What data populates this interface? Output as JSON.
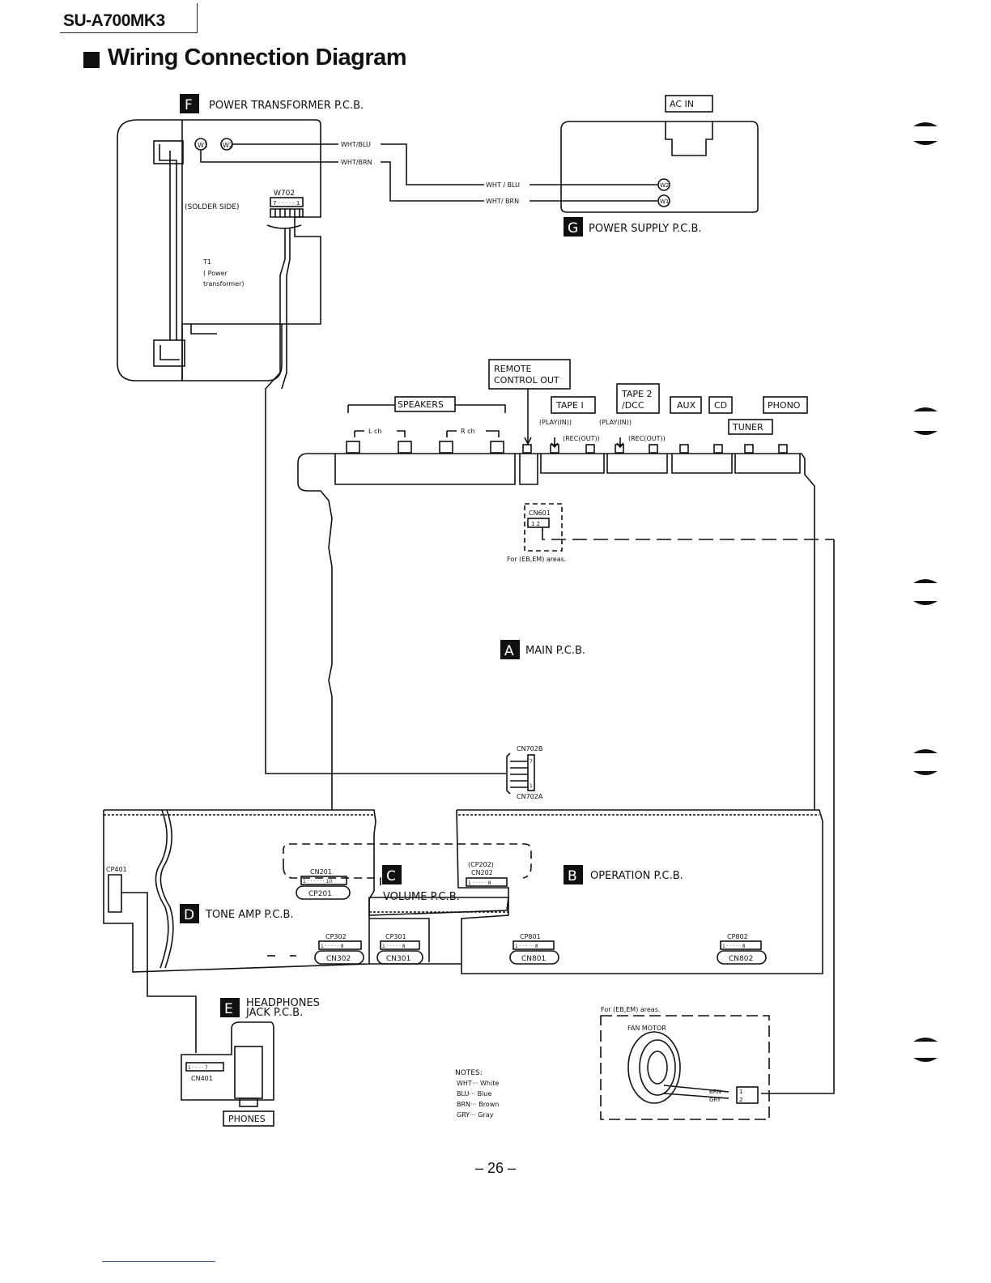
{
  "header": {
    "model": "SU-A700MK3",
    "title": "Wiring Connection Diagram"
  },
  "boards": {
    "F": {
      "letter": "F",
      "name": "POWER TRANSFORMER P.C.B."
    },
    "G": {
      "letter": "G",
      "name": "POWER SUPPLY P.C.B."
    },
    "A": {
      "letter": "A",
      "name": "MAIN P.C.B."
    },
    "B": {
      "letter": "B",
      "name": "OPERATION P.C.B."
    },
    "C": {
      "letter": "C",
      "name": "VOLUME P.C.B."
    },
    "D": {
      "letter": "D",
      "name": "TONE AMP P.C.B."
    },
    "E": {
      "letter": "E",
      "name_line1": "HEADPHONES",
      "name_line2": "JACK P.C.B."
    }
  },
  "power_transformer": {
    "w1": "W1",
    "w2": "W2",
    "wire_1": "WHT/BLU",
    "wire_2": "WHT/BRN",
    "connector": "W702",
    "pin_label": "7 · · · · · 1",
    "solder_side": "(SOLDER SIDE)",
    "t1_line1": "T1",
    "t1_line2": "( Power",
    "t1_line3": "transformer)"
  },
  "power_supply": {
    "ac_in": "AC   IN",
    "wire_1": "WHT / BLU",
    "wire_2": "WHT/ BRN",
    "w2": "W2",
    "w1": "W1"
  },
  "rear_panel": {
    "remote_line1": "REMOTE",
    "remote_line2": "CONTROL  OUT",
    "speakers": "SPEAKERS",
    "lch": "L ch",
    "rch": "R ch",
    "tape1": "TAPE I",
    "tape2_line1": "TAPE 2",
    "tape2_line2": "/DCC",
    "aux": "AUX",
    "cd": "CD",
    "phono": "PHONO",
    "tuner": "TUNER",
    "play_in_1": "(PLAY(IN))",
    "play_in_2": "(PLAY(IN))",
    "rec_out_1": "(REC(OUT))",
    "rec_out_2": "(REC(OUT))"
  },
  "main_pcb": {
    "cn601": "CN601",
    "cn601_pins": "1 2",
    "areas_note": "For (EB,EM) areas.",
    "cn702b": "CN702B",
    "cn702a": "CN702A",
    "pin_top": "7",
    "pin_bottom": "1"
  },
  "lower": {
    "cp401": "CP401",
    "cn201": "CN201",
    "cn201_pins": "1 · · · · · · 10",
    "cp201": "CP201",
    "cp202": "(CP202)",
    "cn202": "CN202",
    "cn202_pins": "1 · · · · · 8",
    "cp302": "CP302",
    "cp301": "CP301",
    "cn302": "CN302",
    "cn301": "CN301",
    "cp801": "CP801",
    "cp802": "CP802",
    "cn801": "CN801",
    "cn802": "CN802",
    "pins_8": "1 · · · · · 8",
    "cn401": "CN401",
    "cn401_pins": "1 · · · · 7",
    "phones": "PHONES"
  },
  "fan": {
    "areas_note": "For (EB,EM) areas.",
    "label": "FAN  MOTOR",
    "brn": "BRN",
    "gry": "GRY",
    "pin1": "1",
    "pin2": "2"
  },
  "notes": {
    "heading": "NOTES:",
    "line1": "WHT··· White",
    "line2": "BLU··· Blue",
    "line3": "BRN··· Brown",
    "line4": "GRY··· Gray"
  },
  "footer": {
    "page": "– 26 –"
  }
}
